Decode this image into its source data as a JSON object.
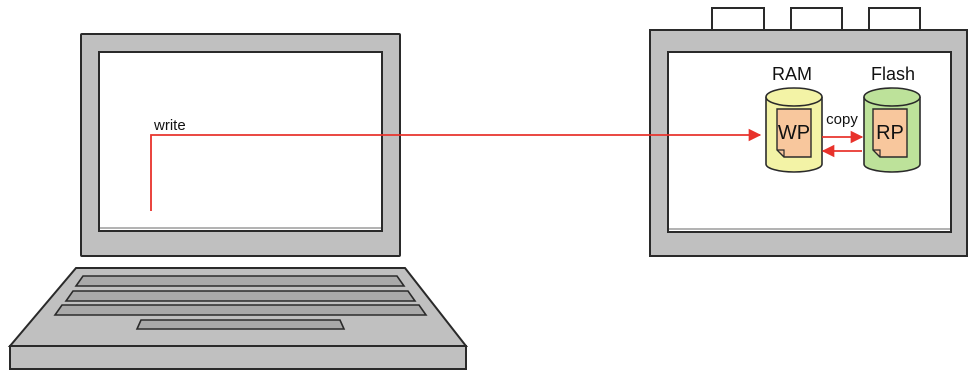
{
  "labels": {
    "write": "write",
    "copy": "copy",
    "ram": "RAM",
    "flash": "Flash",
    "wp": "WP",
    "rp": "RP"
  },
  "colors": {
    "arrow": "#e8322b",
    "frame": "#c0c0c0",
    "frame_border": "#2a2a2a",
    "screen": "#ffffff",
    "ram_cylinder": "#f3f3a6",
    "flash_cylinder": "#bde29a",
    "document": "#f8c79d"
  },
  "icons": {
    "laptop": "laptop-icon",
    "device": "device-icon",
    "ram_cylinder": "ram-cylinder-icon",
    "flash_cylinder": "flash-cylinder-icon",
    "wp_document": "document-icon",
    "rp_document": "document-icon"
  }
}
